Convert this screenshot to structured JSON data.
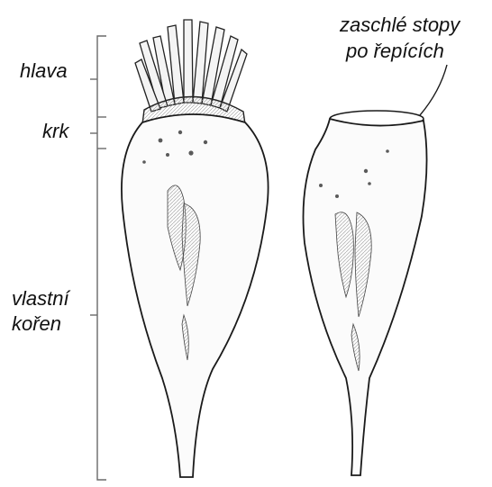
{
  "labels": {
    "head": "hlava",
    "neck": "krk",
    "root_line1": "vlastní",
    "root_line2": "kořen",
    "traces_line1": "zaschlé stopy",
    "traces_line2": "po řepících"
  },
  "colors": {
    "ink": "#111111",
    "bracket": "#6a6a6a",
    "background": "#ffffff"
  }
}
